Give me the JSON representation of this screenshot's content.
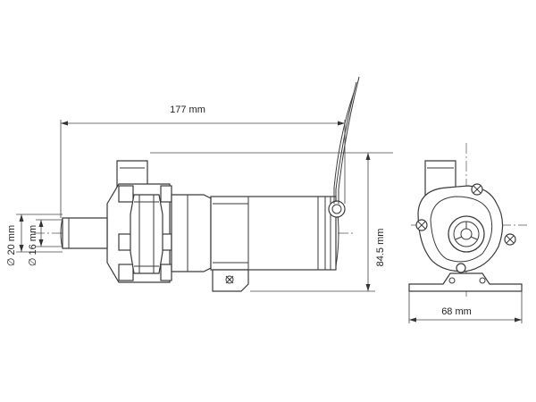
{
  "dimensions": {
    "length": "177 mm",
    "height": "84.5 mm",
    "width": "68 mm",
    "outer_diameter": "∅ 20 mm",
    "inner_diameter": "∅ 16 mm"
  }
}
